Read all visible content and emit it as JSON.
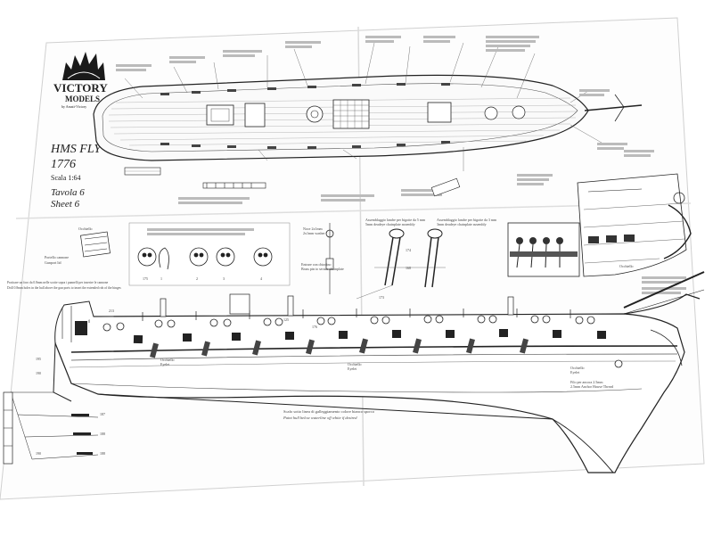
{
  "sheet": {
    "brand_line1": "VICTORY",
    "brand_line2": "MODELS",
    "brand_tagline": "by Amati-Victory",
    "title": "HMS FLY",
    "year": "1776",
    "scale": "Scala 1:64",
    "table_it": "Tavola 6",
    "table_en": "Sheet 6"
  },
  "annotations": {
    "waterline_it": "Scafo sotto linea di galleggiamento colore bianco sporco",
    "waterline_en": "Paint hull below waterline off white if desired",
    "eyelet_it": "Occhiello",
    "eyelet_en": "Eyelet",
    "anchor_it": "Filo per ancora 2.5mm",
    "anchor_en": "2.5mm Anchor Hawse Thread",
    "entry_port_it": "Portello cannone",
    "entry_port_en": "Gunport lid",
    "shroud_it": "Assemblaggio landre per bigotte da 5 mm",
    "shroud_en": "5mm deadeye chainplate assembly",
    "shroud3_it": "Assemblaggio landre per bigotte da 3 mm",
    "shroud3_en": "3mm deadeye chainplate assembly",
    "nut_it": "Noce 2x1mm",
    "nut_en": "2x1mm washer",
    "cheek_it": "Entrare con chiodino",
    "cheek_en": "Brass pin to secure chainplate",
    "hole_it": "Praticare un foro da 0.8mm nelle scotte sopra i pannelli per inserire le cannone",
    "hole_en": "Drill 0.8mm holes in the hull above the gun ports to insert the extended rob of the hinges"
  },
  "part_numbers": [
    "175",
    "1",
    "2",
    "3",
    "4",
    "174",
    "168",
    "173",
    "158",
    "213",
    "195",
    "125",
    "176",
    "190",
    "187",
    "188",
    "188",
    "190"
  ],
  "colors": {
    "paper": "#ffffff",
    "ink": "#222222",
    "fold": "#d7d7d7",
    "logo": "#1a1a1a"
  }
}
